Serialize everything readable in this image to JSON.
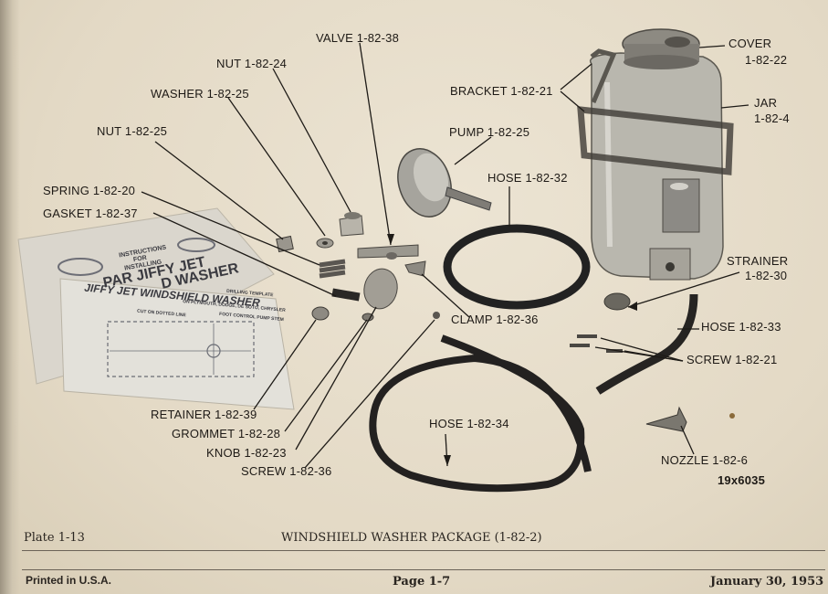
{
  "parts": {
    "valve": "VALVE  1-82-38",
    "nut_24": "NUT  1-82-24",
    "washer": "WASHER  1-82-25",
    "nut_25": "NUT  1-82-25",
    "spring": "SPRING  1-82-20",
    "gasket": "GASKET  1-82-37",
    "pump": "PUMP  1-82-25",
    "hose_32": "HOSE  1-82-32",
    "bracket": "BRACKET  1-82-21",
    "cover": "COVER",
    "cover_num": "1-82-22",
    "jar": "JAR",
    "jar_num": "1-82-4",
    "strainer": "STRAINER",
    "strainer_num": "1-82-30",
    "hose_33": "HOSE  1-82-33",
    "screw_21": "SCREW  1-82-21",
    "clamp": "CLAMP  1-82-36",
    "retainer": "RETAINER  1-82-39",
    "grommet": "GROMMET  1-82-28",
    "knob": "KNOB  1-82-23",
    "screw_36": "SCREW  1-82-36",
    "hose_34": "HOSE  1-82-34",
    "nozzle": "NOZZLE  1-82-6",
    "figure_code": "19x6035"
  },
  "sheets": {
    "instructions_line1": "INSTRUCTIONS",
    "instructions_line2": "FOR",
    "instructions_line3": "INSTALLING",
    "title_back": "PAR JIFFY JET",
    "title_back2": "D WASHER",
    "title_front": "JIFFY JET WINDSHIELD WASHER",
    "drilling": "DRILLING TEMPLATE",
    "makes": "ON PLYMOUTH, DODGE, DE SOTO, CHRYSLER",
    "cut": "CUT ON DOTTED LINE",
    "foot": "FOOT CONTROL PUMP STEM"
  },
  "caption": {
    "plate": "Plate  1-13",
    "title": "WINDSHIELD WASHER PACKAGE (1-82-2)"
  },
  "footer": {
    "printed": "Printed in U.S.A.",
    "page": "Page 1-7",
    "date": "January 30, 1953"
  }
}
